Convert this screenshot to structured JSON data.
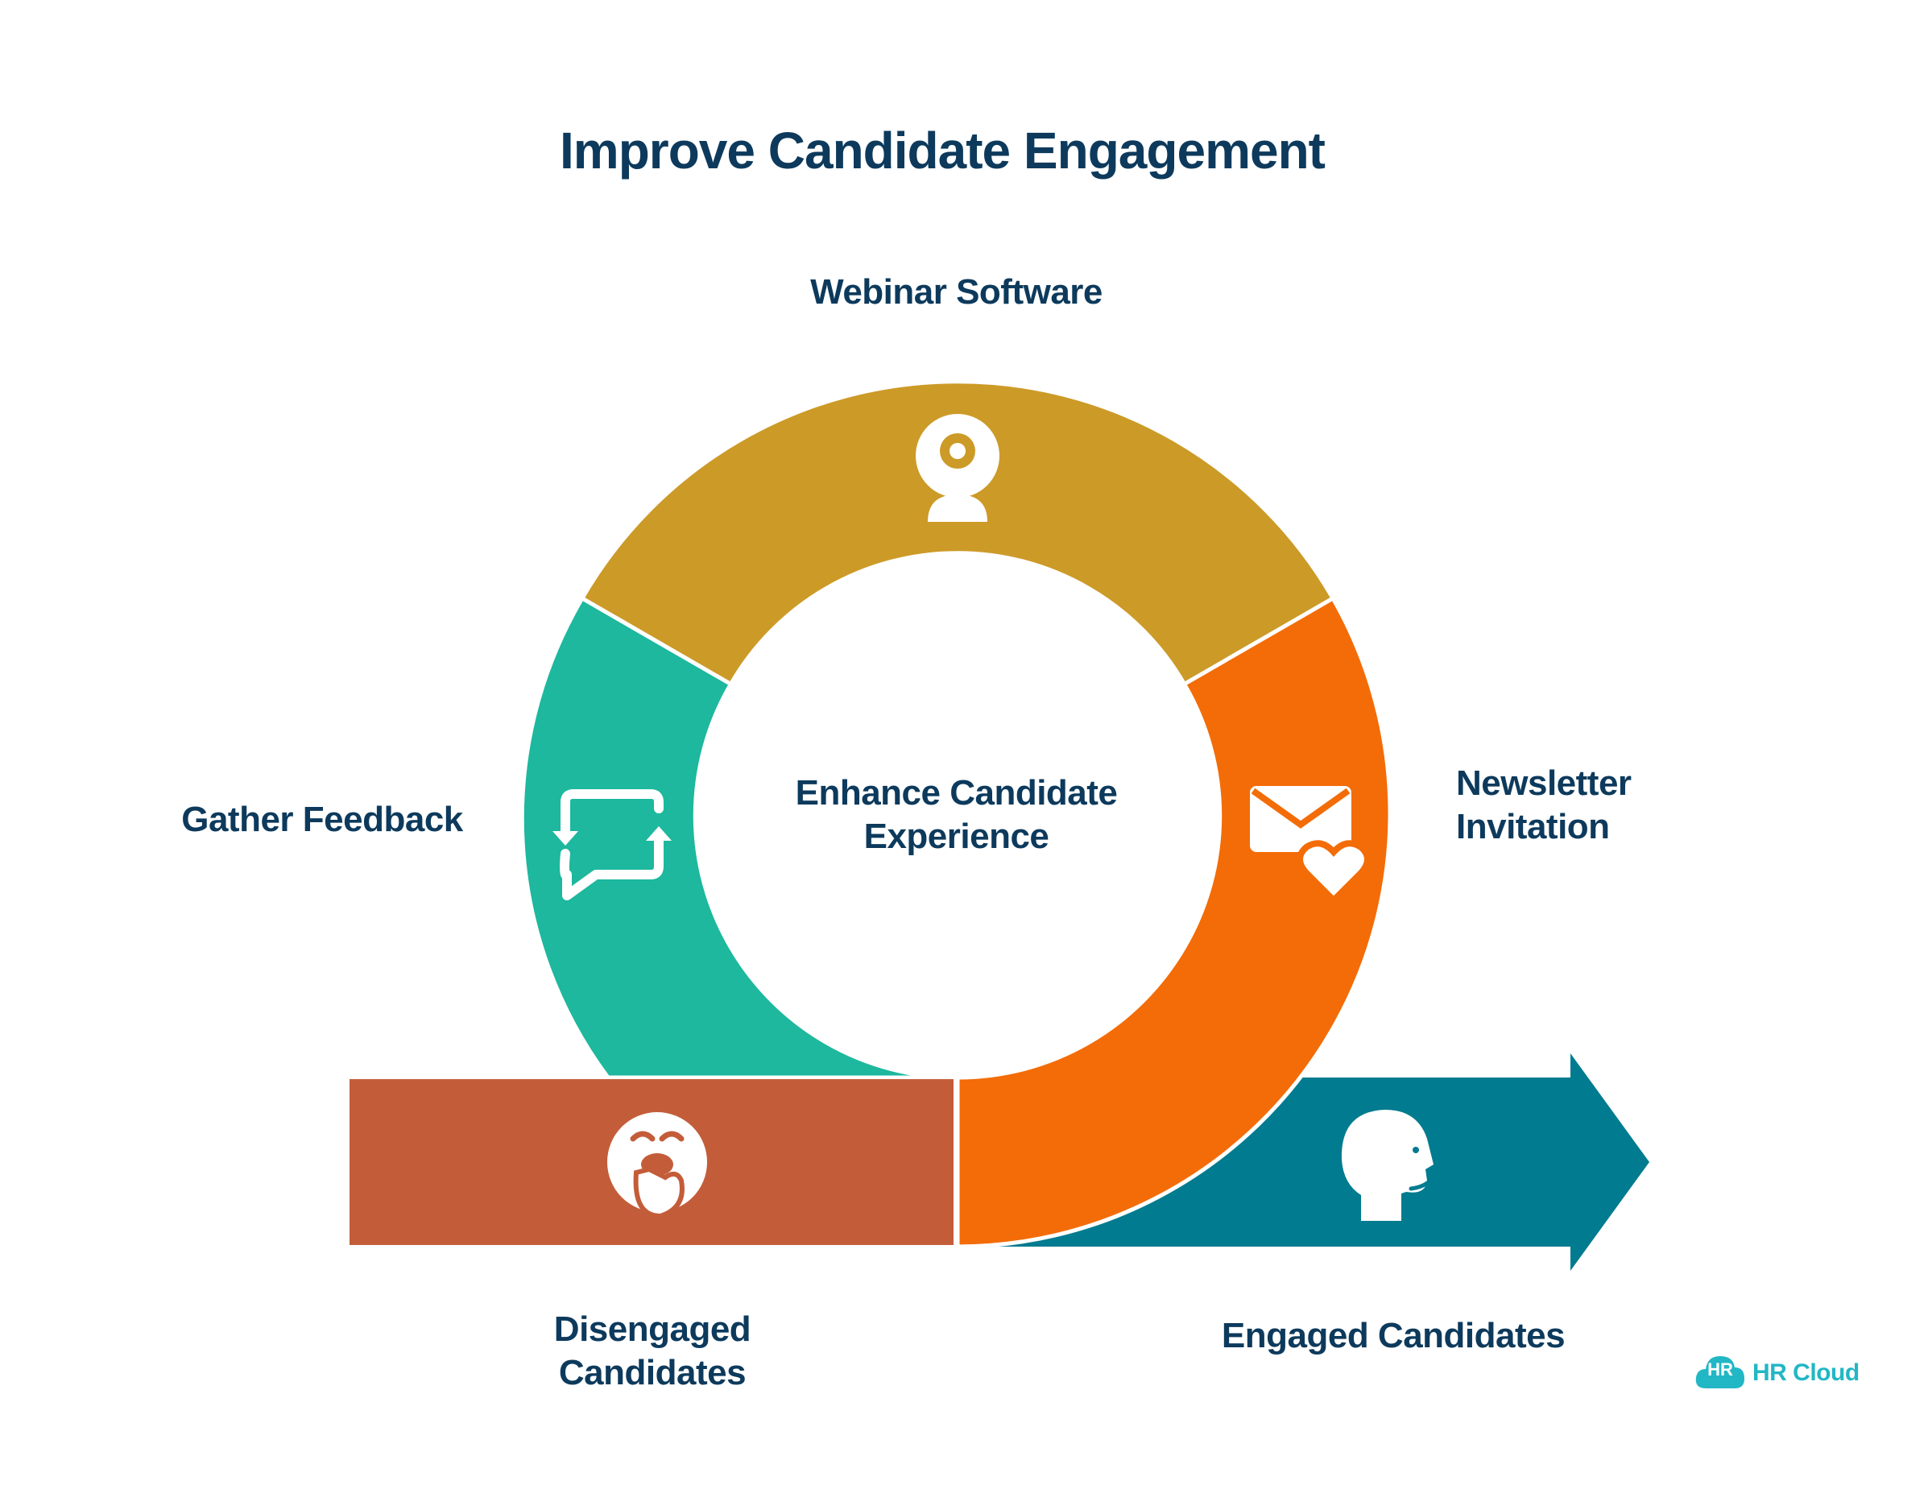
{
  "title": "Improve Candidate Engagement",
  "segments": {
    "webinar": {
      "label": "Webinar Software",
      "icon": "webcam-icon",
      "color": "#cc9a27"
    },
    "feedback": {
      "label": "Gather Feedback",
      "icon": "feedback-loop-chat-icon",
      "color": "#1db89e"
    },
    "newsletter": {
      "label_line1": "Newsletter",
      "label_line2": "Invitation",
      "icon": "envelope-heart-icon",
      "color": "#f36c07"
    }
  },
  "center": {
    "line1": "Enhance Candidate",
    "line2": "Experience"
  },
  "disengaged": {
    "line1": "Disengaged",
    "line2": "Candidates",
    "icon": "yawning-face-icon",
    "color": "#c35d39"
  },
  "engaged": {
    "label": "Engaged Candidates",
    "icon": "smiling-head-icon",
    "color": "#017b8f"
  },
  "logo": {
    "badge": "HR",
    "text": "HR Cloud"
  }
}
